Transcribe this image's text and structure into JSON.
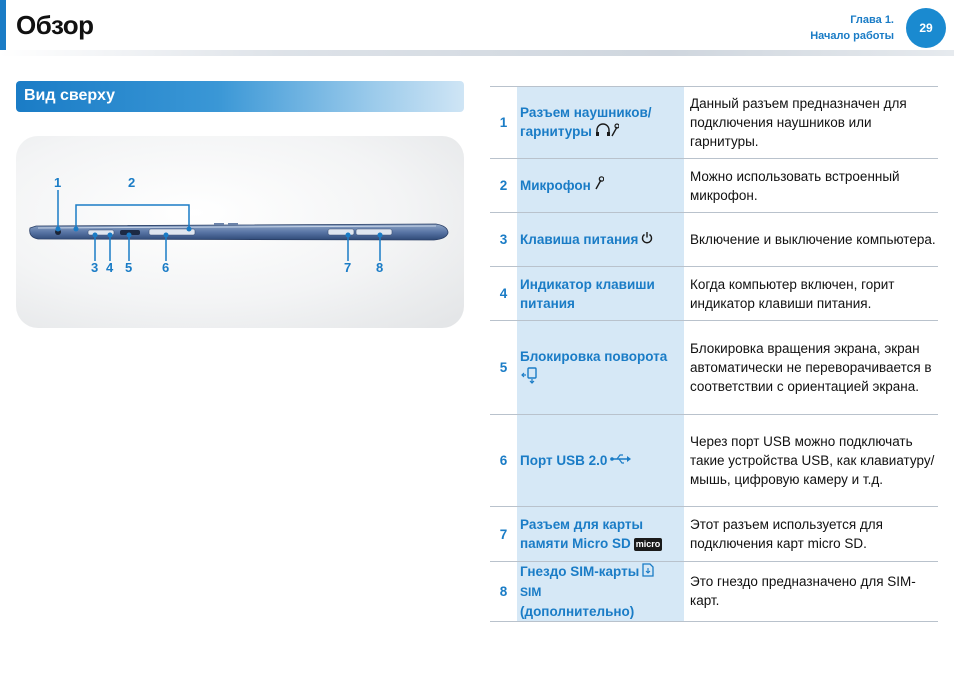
{
  "header": {
    "title": "Обзор",
    "chapter_line1": "Глава 1.",
    "chapter_line2": "Начало работы",
    "page_number": "29"
  },
  "section": {
    "title": "Вид сверху"
  },
  "figure": {
    "callouts": [
      "1",
      "2",
      "3",
      "4",
      "5",
      "6",
      "7",
      "8"
    ]
  },
  "table": {
    "rows": [
      {
        "num": "1",
        "name": "Разъем наушников/ гарнитуры",
        "icon": "headset-icon",
        "desc": "Данный разъем предназначен для подключения наушников или гарнитуры."
      },
      {
        "num": "2",
        "name": "Микрофон",
        "icon": "microphone-icon",
        "desc": "Можно использовать встроенный микрофон."
      },
      {
        "num": "3",
        "name": "Клавиша питания",
        "icon": "power-icon",
        "desc": "Включение и выключение компьютера."
      },
      {
        "num": "4",
        "name": "Индикатор клавиши питания",
        "icon": "",
        "desc": "Когда компьютер включен, горит индикатор клавиши питания."
      },
      {
        "num": "5",
        "name": "Блокировка поворота",
        "icon": "rotation-lock-icon",
        "desc": "Блокировка вращения экрана, экран автоматически не переворачивается в соответствии с ориентацией экрана."
      },
      {
        "num": "6",
        "name": "Порт USB 2.0",
        "icon": "usb-icon",
        "desc": "Через порт USB можно подключать такие устройства USB, как клавиатуру/мышь, цифровую камеру и т.д."
      },
      {
        "num": "7",
        "name": "Разъем для карты памяти Micro SD",
        "icon": "microsd-icon",
        "icon_text": "micro",
        "desc": "Этот разъем используется для подключения карт micro SD."
      },
      {
        "num": "8",
        "name": "Гнездо SIM-карты",
        "name_suffix": "(дополнительно)",
        "icon": "sim-icon",
        "icon_text": "SIM",
        "desc": "Это гнездо предназначено для SIM-карт."
      }
    ]
  },
  "colors": {
    "accent": "#1a7cc6",
    "name_cell_bg": "#d6e8f6"
  }
}
